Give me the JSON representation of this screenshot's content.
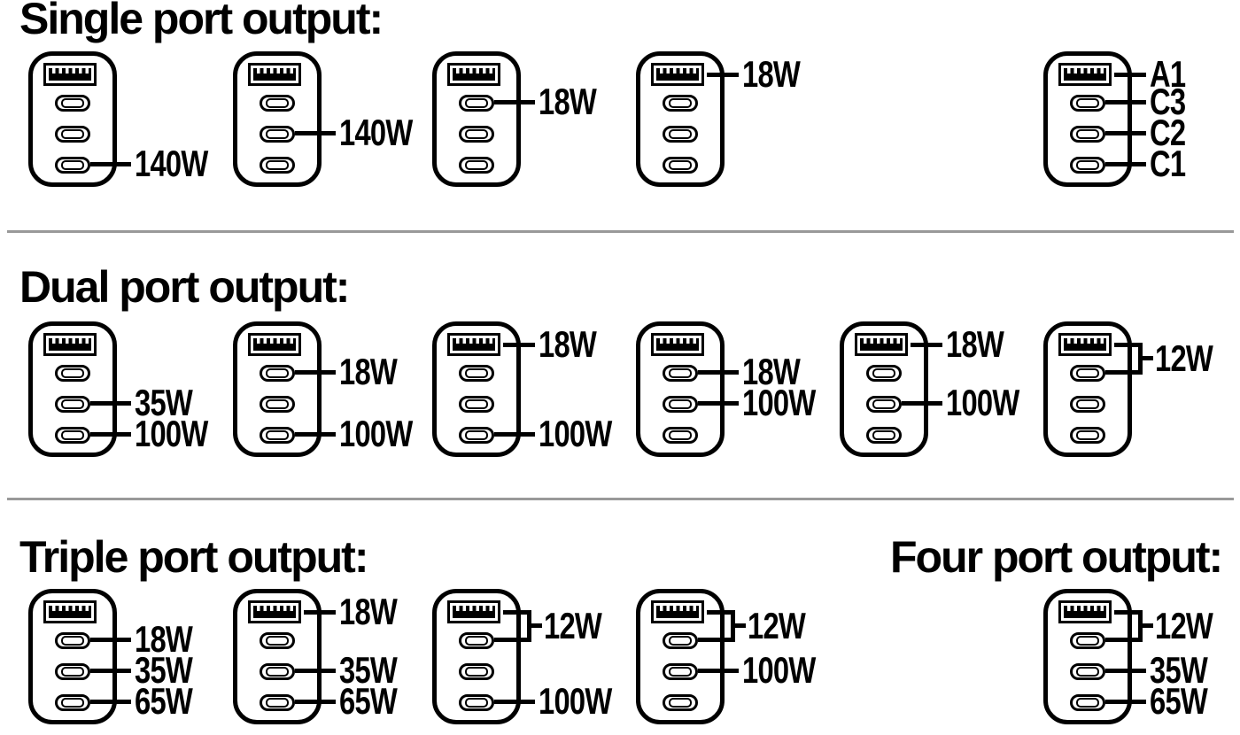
{
  "colors": {
    "ink": "#000000",
    "background": "#ffffff",
    "divider": "#999999"
  },
  "port_legend": {
    "usb_a": "A1",
    "usb_c_top": "C3",
    "usb_c_middle": "C2",
    "usb_c_bottom": "C1"
  },
  "sections": [
    {
      "id": "single",
      "title": "Single port output:",
      "chargers": [
        {
          "labels": [
            {
              "type": "line",
              "port": "C1",
              "text": "140W"
            }
          ]
        },
        {
          "labels": [
            {
              "type": "line",
              "port": "C2",
              "text": "140W"
            }
          ]
        },
        {
          "labels": [
            {
              "type": "line",
              "port": "C3",
              "text": "18W"
            }
          ]
        },
        {
          "labels": [
            {
              "type": "line",
              "port": "A1",
              "text": "18W"
            }
          ]
        },
        {
          "legend": true,
          "labels": [
            {
              "type": "line",
              "port": "A1",
              "text": "A1"
            },
            {
              "type": "line",
              "port": "C3",
              "text": "C3"
            },
            {
              "type": "line",
              "port": "C2",
              "text": "C2"
            },
            {
              "type": "line",
              "port": "C1",
              "text": "C1"
            }
          ]
        }
      ]
    },
    {
      "id": "dual",
      "title": "Dual port output:",
      "chargers": [
        {
          "labels": [
            {
              "type": "line",
              "port": "C2",
              "text": "35W"
            },
            {
              "type": "line",
              "port": "C1",
              "text": "100W"
            }
          ]
        },
        {
          "labels": [
            {
              "type": "line",
              "port": "C3",
              "text": "18W"
            },
            {
              "type": "line",
              "port": "C1",
              "text": "100W"
            }
          ]
        },
        {
          "labels": [
            {
              "type": "line",
              "port": "A1",
              "text": "18W"
            },
            {
              "type": "line",
              "port": "C1",
              "text": "100W"
            }
          ]
        },
        {
          "labels": [
            {
              "type": "line",
              "port": "C3",
              "text": "18W"
            },
            {
              "type": "line",
              "port": "C2",
              "text": "100W"
            }
          ]
        },
        {
          "labels": [
            {
              "type": "line",
              "port": "A1",
              "text": "18W"
            },
            {
              "type": "line",
              "port": "C2",
              "text": "100W"
            }
          ]
        },
        {
          "labels": [
            {
              "type": "bracket",
              "ports": [
                "A1",
                "C3"
              ],
              "text": "12W"
            }
          ]
        }
      ]
    },
    {
      "id": "triple",
      "title": "Triple port output:",
      "chargers": [
        {
          "labels": [
            {
              "type": "line",
              "port": "C3",
              "text": "18W"
            },
            {
              "type": "line",
              "port": "C2",
              "text": "35W"
            },
            {
              "type": "line",
              "port": "C1",
              "text": "65W"
            }
          ]
        },
        {
          "labels": [
            {
              "type": "line",
              "port": "A1",
              "text": "18W"
            },
            {
              "type": "line",
              "port": "C2",
              "text": "35W"
            },
            {
              "type": "line",
              "port": "C1",
              "text": "65W"
            }
          ]
        },
        {
          "labels": [
            {
              "type": "bracket",
              "ports": [
                "A1",
                "C3"
              ],
              "text": "12W"
            },
            {
              "type": "line",
              "port": "C1",
              "text": "100W"
            }
          ]
        },
        {
          "labels": [
            {
              "type": "bracket",
              "ports": [
                "A1",
                "C3"
              ],
              "text": "12W"
            },
            {
              "type": "line",
              "port": "C2",
              "text": "100W"
            }
          ]
        }
      ]
    },
    {
      "id": "four",
      "title": "Four port output:",
      "chargers": [
        {
          "labels": [
            {
              "type": "bracket",
              "ports": [
                "A1",
                "C3"
              ],
              "text": "12W"
            },
            {
              "type": "line",
              "port": "C2",
              "text": "35W"
            },
            {
              "type": "line",
              "port": "C1",
              "text": "65W"
            }
          ]
        }
      ]
    }
  ]
}
